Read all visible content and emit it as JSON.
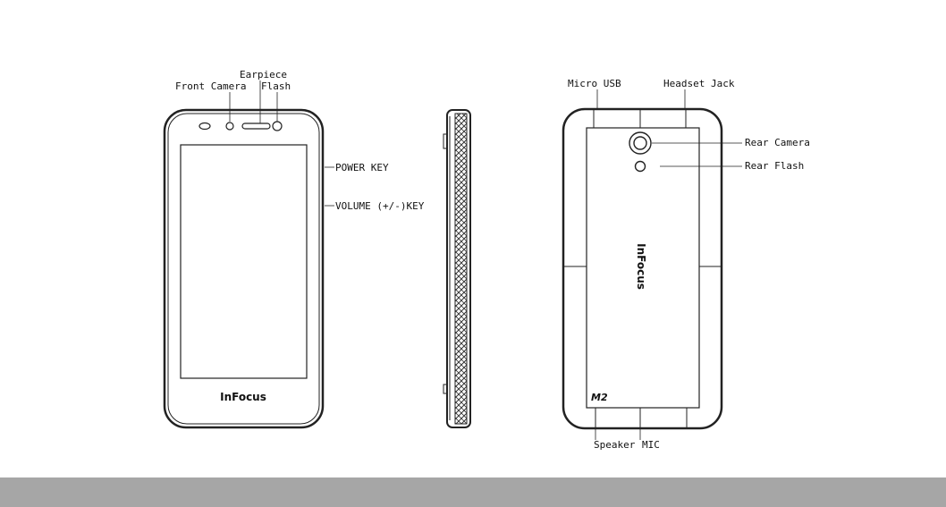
{
  "front": {
    "front_camera": "Front Camera",
    "earpiece": "Earpiece",
    "flash": "Flash",
    "power_key": "POWER KEY",
    "volume_key": "VOLUME (+/-)KEY",
    "logo": "InFocus"
  },
  "back": {
    "micro_usb": "Micro USB",
    "headset_jack": "Headset Jack",
    "rear_camera": "Rear Camera",
    "rear_flash": "Rear Flash",
    "speaker": "Speaker",
    "mic": "MIC",
    "logo": "InFocus",
    "model_mark": "M2"
  }
}
